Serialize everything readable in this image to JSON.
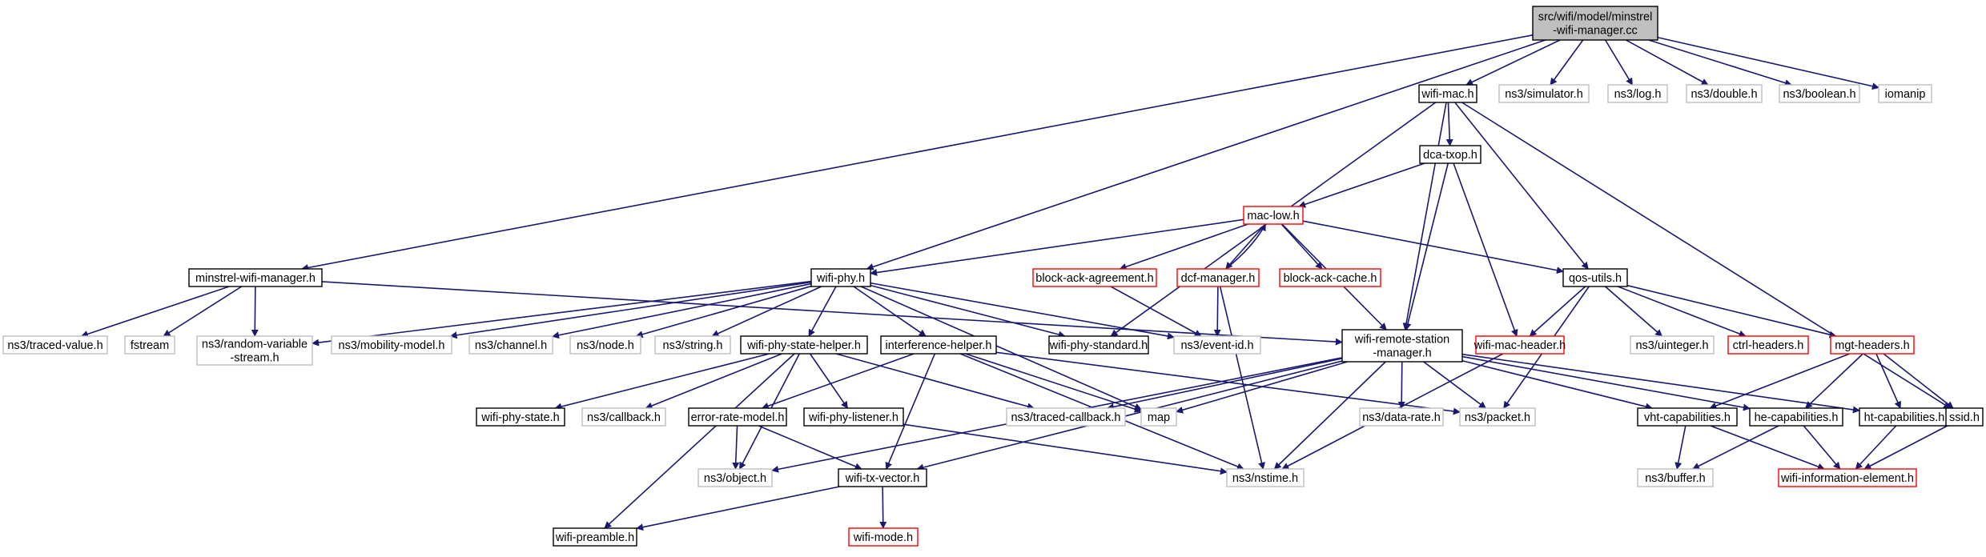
{
  "graph": {
    "colors": {
      "edge": "#191970",
      "root_fill": "#bfbfbf",
      "root_border": "#000000",
      "documented_border": "#000000",
      "undocumented_border": "#bfbfbf",
      "incomplete_border": "#ff0000",
      "background": "#ffffff"
    },
    "nodes": [
      {
        "id": "root",
        "label": "src/wifi/model/minstrel\n-wifi-manager.cc",
        "style": "root"
      },
      {
        "id": "wifi_mac",
        "label": "wifi-mac.h",
        "style": "documented"
      },
      {
        "id": "ns3_simulator",
        "label": "ns3/simulator.h",
        "style": "undocumented"
      },
      {
        "id": "ns3_log",
        "label": "ns3/log.h",
        "style": "undocumented"
      },
      {
        "id": "ns3_double",
        "label": "ns3/double.h",
        "style": "undocumented"
      },
      {
        "id": "ns3_boolean",
        "label": "ns3/boolean.h",
        "style": "undocumented"
      },
      {
        "id": "iomanip",
        "label": "iomanip",
        "style": "undocumented"
      },
      {
        "id": "dca_txop",
        "label": "dca-txop.h",
        "style": "documented"
      },
      {
        "id": "mac_low",
        "label": "mac-low.h",
        "style": "incomplete"
      },
      {
        "id": "minstrel",
        "label": "minstrel-wifi-manager.h",
        "style": "documented"
      },
      {
        "id": "wifi_phy",
        "label": "wifi-phy.h",
        "style": "documented"
      },
      {
        "id": "block_ack_agreement",
        "label": "block-ack-agreement.h",
        "style": "incomplete"
      },
      {
        "id": "dcf_manager",
        "label": "dcf-manager.h",
        "style": "incomplete"
      },
      {
        "id": "block_ack_cache",
        "label": "block-ack-cache.h",
        "style": "incomplete"
      },
      {
        "id": "qos_utils",
        "label": "qos-utils.h",
        "style": "documented"
      },
      {
        "id": "traced_value",
        "label": "ns3/traced-value.h",
        "style": "undocumented"
      },
      {
        "id": "fstream",
        "label": "fstream",
        "style": "undocumented"
      },
      {
        "id": "random_var",
        "label": "ns3/random-variable\n-stream.h",
        "style": "undocumented"
      },
      {
        "id": "mobility",
        "label": "ns3/mobility-model.h",
        "style": "undocumented"
      },
      {
        "id": "channel",
        "label": "ns3/channel.h",
        "style": "undocumented"
      },
      {
        "id": "node",
        "label": "ns3/node.h",
        "style": "undocumented"
      },
      {
        "id": "string",
        "label": "ns3/string.h",
        "style": "undocumented"
      },
      {
        "id": "wifi_phy_standard",
        "label": "wifi-phy-standard.h",
        "style": "documented"
      },
      {
        "id": "event_id",
        "label": "ns3/event-id.h",
        "style": "undocumented"
      },
      {
        "id": "wrsm",
        "label": "wifi-remote-station\n-manager.h",
        "style": "documented"
      },
      {
        "id": "wifi_mac_header",
        "label": "wifi-mac-header.h",
        "style": "incomplete"
      },
      {
        "id": "uinteger",
        "label": "ns3/uinteger.h",
        "style": "undocumented"
      },
      {
        "id": "ctrl_headers",
        "label": "ctrl-headers.h",
        "style": "incomplete"
      },
      {
        "id": "mgt_headers",
        "label": "mgt-headers.h",
        "style": "incomplete"
      },
      {
        "id": "wpsh",
        "label": "wifi-phy-state-helper.h",
        "style": "documented"
      },
      {
        "id": "interference",
        "label": "interference-helper.h",
        "style": "documented"
      },
      {
        "id": "wifi_phy_state",
        "label": "wifi-phy-state.h",
        "style": "documented"
      },
      {
        "id": "callback",
        "label": "ns3/callback.h",
        "style": "undocumented"
      },
      {
        "id": "error_rate",
        "label": "error-rate-model.h",
        "style": "documented"
      },
      {
        "id": "wifi_phy_listener",
        "label": "wifi-phy-listener.h",
        "style": "documented"
      },
      {
        "id": "traced_callback",
        "label": "ns3/traced-callback.h",
        "style": "undocumented"
      },
      {
        "id": "map",
        "label": "map",
        "style": "undocumented"
      },
      {
        "id": "data_rate",
        "label": "ns3/data-rate.h",
        "style": "undocumented"
      },
      {
        "id": "packet",
        "label": "ns3/packet.h",
        "style": "undocumented"
      },
      {
        "id": "vht",
        "label": "vht-capabilities.h",
        "style": "documented"
      },
      {
        "id": "he",
        "label": "he-capabilities.h",
        "style": "documented"
      },
      {
        "id": "ht",
        "label": "ht-capabilities.h",
        "style": "documented"
      },
      {
        "id": "ssid",
        "label": "ssid.h",
        "style": "documented"
      },
      {
        "id": "object",
        "label": "ns3/object.h",
        "style": "undocumented"
      },
      {
        "id": "wifi_tx_vector",
        "label": "wifi-tx-vector.h",
        "style": "documented"
      },
      {
        "id": "nstime",
        "label": "ns3/nstime.h",
        "style": "undocumented"
      },
      {
        "id": "buffer",
        "label": "ns3/buffer.h",
        "style": "undocumented"
      },
      {
        "id": "wifi_info_elem",
        "label": "wifi-information-element.h",
        "style": "incomplete"
      },
      {
        "id": "wifi_preamble",
        "label": "wifi-preamble.h",
        "style": "documented"
      },
      {
        "id": "wifi_mode",
        "label": "wifi-mode.h",
        "style": "incomplete"
      }
    ],
    "edges": [
      [
        "root",
        "wifi_mac"
      ],
      [
        "root",
        "ns3_simulator"
      ],
      [
        "root",
        "ns3_log"
      ],
      [
        "root",
        "ns3_double"
      ],
      [
        "root",
        "ns3_boolean"
      ],
      [
        "root",
        "iomanip"
      ],
      [
        "root",
        "minstrel"
      ],
      [
        "root",
        "wifi_phy"
      ],
      [
        "wifi_mac",
        "dca_txop"
      ],
      [
        "wifi_mac",
        "wifi_phy_standard"
      ],
      [
        "wifi_mac",
        "wrsm"
      ],
      [
        "wifi_mac",
        "qos_utils"
      ],
      [
        "wifi_mac",
        "ssid"
      ],
      [
        "dca_txop",
        "mac_low"
      ],
      [
        "dca_txop",
        "wrsm"
      ],
      [
        "dca_txop",
        "wifi_mac_header"
      ],
      [
        "mac_low",
        "wifi_phy"
      ],
      [
        "mac_low",
        "block_ack_agreement"
      ],
      [
        "mac_low",
        "dcf_manager"
      ],
      [
        "mac_low",
        "block_ack_cache"
      ],
      [
        "mac_low",
        "qos_utils"
      ],
      [
        "mac_low",
        "wrsm"
      ],
      [
        "dcf_manager",
        "mac_low"
      ],
      [
        "dcf_manager",
        "event_id"
      ],
      [
        "dcf_manager",
        "nstime"
      ],
      [
        "block_ack_agreement",
        "event_id"
      ],
      [
        "minstrel",
        "traced_value"
      ],
      [
        "minstrel",
        "fstream"
      ],
      [
        "minstrel",
        "random_var"
      ],
      [
        "minstrel",
        "wrsm"
      ],
      [
        "wifi_phy",
        "random_var"
      ],
      [
        "wifi_phy",
        "mobility"
      ],
      [
        "wifi_phy",
        "channel"
      ],
      [
        "wifi_phy",
        "node"
      ],
      [
        "wifi_phy",
        "string"
      ],
      [
        "wifi_phy",
        "wpsh"
      ],
      [
        "wifi_phy",
        "interference"
      ],
      [
        "wifi_phy",
        "wifi_phy_standard"
      ],
      [
        "wifi_phy",
        "event_id"
      ],
      [
        "wifi_phy",
        "map"
      ],
      [
        "qos_utils",
        "wifi_mac_header"
      ],
      [
        "qos_utils",
        "uinteger"
      ],
      [
        "qos_utils",
        "ctrl_headers"
      ],
      [
        "qos_utils",
        "mgt_headers"
      ],
      [
        "qos_utils",
        "packet"
      ],
      [
        "wifi_mac_header",
        "nstime"
      ],
      [
        "wpsh",
        "wifi_phy_state"
      ],
      [
        "wpsh",
        "callback"
      ],
      [
        "wpsh",
        "wifi_phy_listener"
      ],
      [
        "wpsh",
        "traced_callback"
      ],
      [
        "wpsh",
        "object"
      ],
      [
        "wpsh",
        "wifi_preamble"
      ],
      [
        "interference",
        "error_rate"
      ],
      [
        "interference",
        "wifi_tx_vector"
      ],
      [
        "interference",
        "nstime"
      ],
      [
        "interference",
        "packet"
      ],
      [
        "interference",
        "map"
      ],
      [
        "wrsm",
        "traced_callback"
      ],
      [
        "wrsm",
        "map"
      ],
      [
        "wrsm",
        "data_rate"
      ],
      [
        "wrsm",
        "packet"
      ],
      [
        "wrsm",
        "vht"
      ],
      [
        "wrsm",
        "he"
      ],
      [
        "wrsm",
        "ht"
      ],
      [
        "wrsm",
        "object"
      ],
      [
        "wrsm",
        "wifi_tx_vector"
      ],
      [
        "wrsm",
        "nstime"
      ],
      [
        "mgt_headers",
        "vht"
      ],
      [
        "mgt_headers",
        "he"
      ],
      [
        "mgt_headers",
        "ht"
      ],
      [
        "mgt_headers",
        "ssid"
      ],
      [
        "error_rate",
        "object"
      ],
      [
        "error_rate",
        "wifi_tx_vector"
      ],
      [
        "wifi_phy_listener",
        "nstime"
      ],
      [
        "vht",
        "buffer"
      ],
      [
        "vht",
        "wifi_info_elem"
      ],
      [
        "he",
        "buffer"
      ],
      [
        "he",
        "wifi_info_elem"
      ],
      [
        "ht",
        "wifi_info_elem"
      ],
      [
        "ssid",
        "wifi_info_elem"
      ],
      [
        "wifi_tx_vector",
        "wifi_preamble"
      ],
      [
        "wifi_tx_vector",
        "wifi_mode"
      ]
    ]
  }
}
